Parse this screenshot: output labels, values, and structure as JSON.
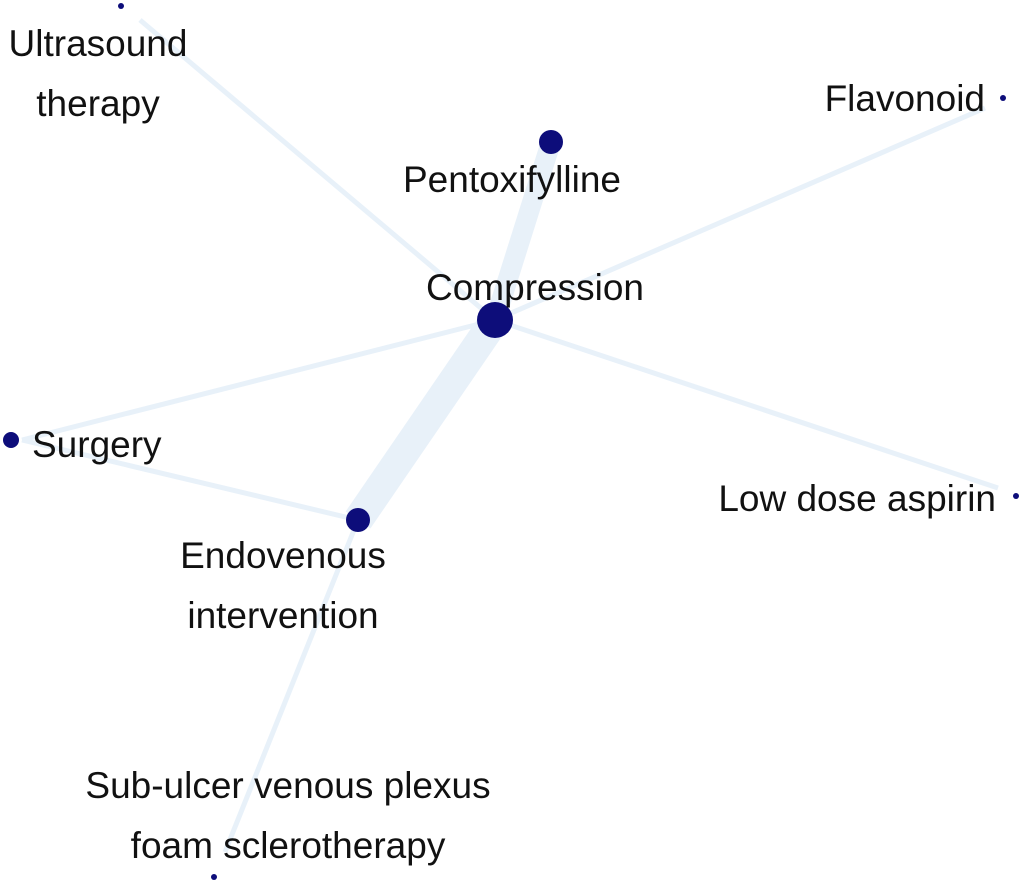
{
  "network": {
    "node_color": "#0d0d7a",
    "edge_color": "#e8f1f9",
    "nodes": [
      {
        "id": "compression",
        "label_lines": [
          "Compression"
        ],
        "size": "large"
      },
      {
        "id": "pentoxifylline",
        "label_lines": [
          "Pentoxifylline"
        ],
        "size": "medium"
      },
      {
        "id": "endovenous",
        "label_lines": [
          "Endovenous",
          "intervention"
        ],
        "size": "medium"
      },
      {
        "id": "surgery",
        "label_lines": [
          "Surgery"
        ],
        "size": "small"
      },
      {
        "id": "ultrasound",
        "label_lines": [
          "Ultrasound",
          "therapy"
        ],
        "size": "tiny"
      },
      {
        "id": "flavonoid",
        "label_lines": [
          "Flavonoid"
        ],
        "size": "tiny"
      },
      {
        "id": "aspirin",
        "label_lines": [
          "Low dose aspirin"
        ],
        "size": "tiny"
      },
      {
        "id": "foam",
        "label_lines": [
          "Sub-ulcer venous plexus",
          "foam sclerotherapy"
        ],
        "size": "tiny"
      }
    ],
    "edges": [
      {
        "from": "compression",
        "to": "endovenous",
        "weight": "thick"
      },
      {
        "from": "compression",
        "to": "pentoxifylline",
        "weight": "medium"
      },
      {
        "from": "compression",
        "to": "ultrasound",
        "weight": "thin"
      },
      {
        "from": "compression",
        "to": "flavonoid",
        "weight": "thin"
      },
      {
        "from": "compression",
        "to": "surgery",
        "weight": "thin"
      },
      {
        "from": "compression",
        "to": "aspirin",
        "weight": "thin"
      },
      {
        "from": "endovenous",
        "to": "surgery",
        "weight": "thin"
      },
      {
        "from": "endovenous",
        "to": "foam",
        "weight": "thin"
      }
    ]
  }
}
